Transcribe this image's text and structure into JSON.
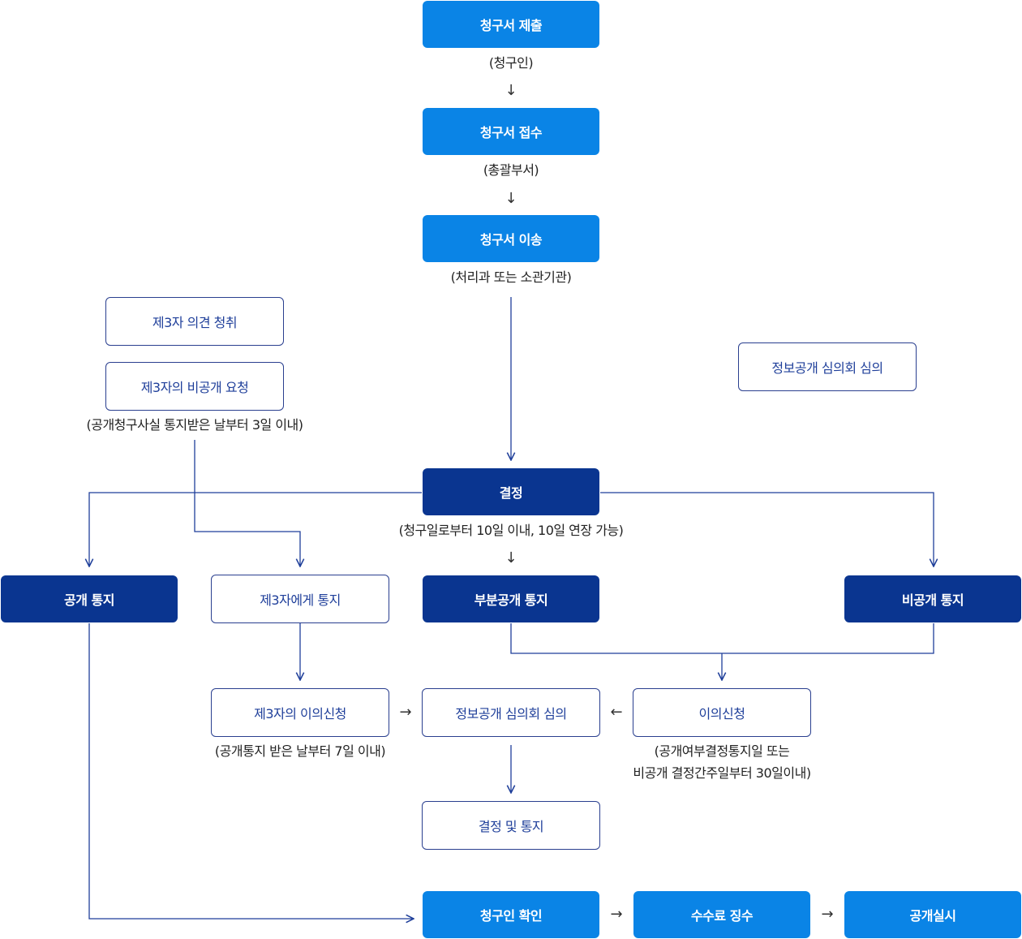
{
  "colors": {
    "light_box": "#0a84e6",
    "dark_box": "#0a3590",
    "outline": "#2a3f8f",
    "line": "#1f3f9a"
  },
  "boxes": {
    "submit": "청구서 제출",
    "receive": "청구서 접수",
    "transfer": "청구서 이송",
    "third_opinion": "제3자 의견 청취",
    "third_nondisclosure": "제3자의 비공개 요청",
    "committee_top": "정보공개 심의회 심의",
    "decision": "결정",
    "public_notice": "공개 통지",
    "third_notice": "제3자에게 통지",
    "partial_notice": "부분공개 통지",
    "nonpublic_notice": "비공개 통지",
    "third_objection": "제3자의 이의신청",
    "committee_mid": "정보공개 심의회 심의",
    "objection": "이의신청",
    "decision_notice": "결정 및 통지",
    "requester_check": "청구인 확인",
    "fee": "수수료 징수",
    "execute": "공개실시"
  },
  "notes": {
    "requester": "(청구인)",
    "general_dept": "(총괄부서)",
    "handling_dept": "(처리과 또는 소관기관)",
    "third_deadline": "(공개청구사실 통지받은 날부터 3일 이내)",
    "decision_deadline": "(청구일로부터 10일 이내, 10일 연장 가능)",
    "third_objection_deadline": "(공개통지 받은 날부터 7일 이내)",
    "objection_deadline_1": "(공개여부결정통지일 또는",
    "objection_deadline_2": "비공개 결정간주일부터 30일이내)"
  },
  "glyphs": {
    "down_arrow": "↓",
    "right_arrow": "→",
    "left_arrow": "←"
  }
}
